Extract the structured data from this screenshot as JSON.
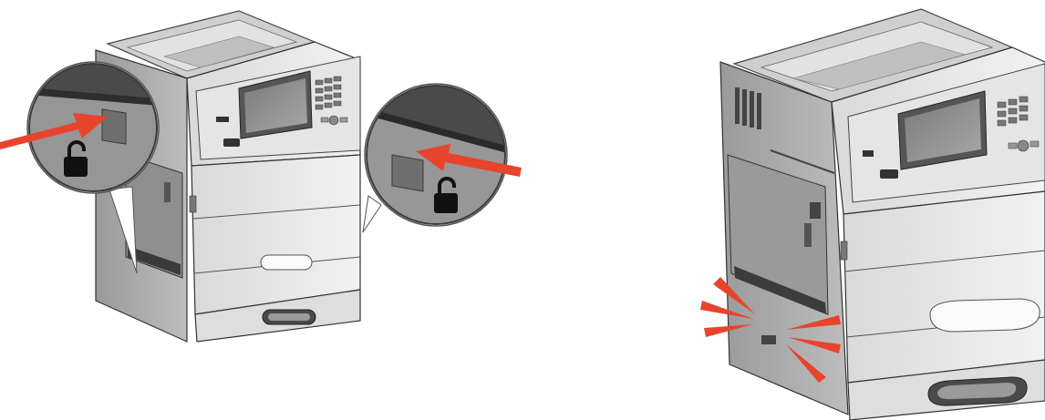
{
  "figure": {
    "panels": [
      {
        "id": "panel-1",
        "callouts": [
          {
            "icon": "unlock-icon",
            "arrow": "push-arrow"
          },
          {
            "icon": "unlock-icon",
            "arrow": "push-arrow"
          }
        ]
      },
      {
        "id": "panel-2",
        "indicator": "click-burst"
      }
    ],
    "colors": {
      "accent": "#e8432d",
      "printer_body": "#e9e9e9",
      "printer_dark": "#6b6b6b",
      "screen": "#8c8c8c",
      "magnifier_bg": "#8a8a8a",
      "lock": "#111111"
    }
  }
}
